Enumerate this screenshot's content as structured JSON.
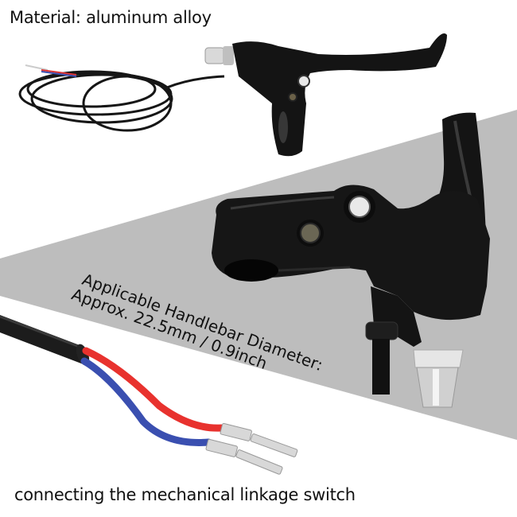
{
  "captions": {
    "material": "Material: aluminum alloy",
    "handlebar_line1": "Applicable Handlebar Diameter:",
    "handlebar_line2": "Approx. 22.5mm / 0.9inch",
    "bottom": "connecting the mechanical linkage switch"
  },
  "product": {
    "name": "brake lever with cut-off switch",
    "wire_colors": {
      "red": "#e8322e",
      "blue": "#3a4fb0",
      "sheath": "#1c1c1c"
    },
    "body_color": "#151515",
    "band_color": "#bdbdbd"
  }
}
